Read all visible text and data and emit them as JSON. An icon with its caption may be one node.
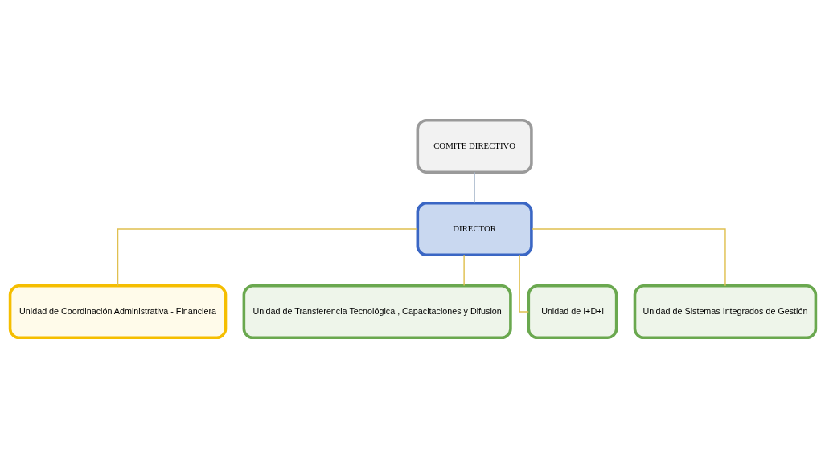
{
  "diagram": {
    "nodes": [
      {
        "text": [
          "COMITE DIRECTIVO"
        ]
      },
      {
        "text": [
          "DIRECTOR"
        ]
      },
      {
        "text": [
          "Unidad de Coordinación Administrativa - Financiera"
        ]
      },
      {
        "text": [
          "Unidad de Transferencia Tecnológica , Capacitaciones y Difusion"
        ]
      },
      {
        "text": [
          "Unidad de I+D+i"
        ]
      },
      {
        "text": [
          "Unidad de Sistemas Integrados de Gestión"
        ]
      }
    ],
    "edges": [
      {
        "from": 0,
        "to": 1,
        "arrow": "none",
        "color": "#a9b8cc"
      },
      {
        "from": 1,
        "to": 2,
        "arrow": "none"
      },
      {
        "from": 1,
        "to": 3,
        "arrow": "none"
      },
      {
        "from": 1,
        "to": 4,
        "arrow": "none"
      },
      {
        "from": 1,
        "to": 5,
        "arrow": "none"
      }
    ]
  }
}
